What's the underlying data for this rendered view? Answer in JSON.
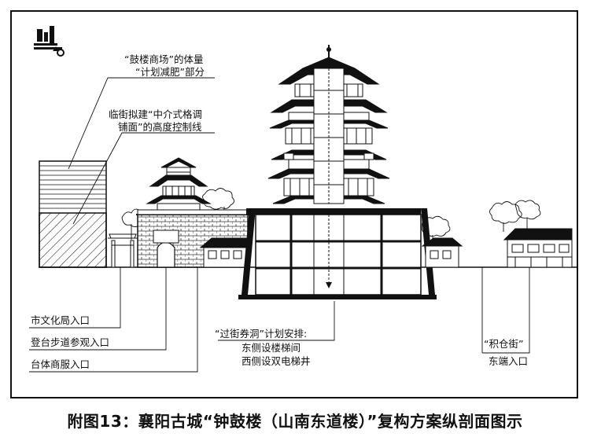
{
  "annotations": {
    "drum_tower_volume_line1": "“鼓楼商场”的体量",
    "drum_tower_volume_line2": "“计划减肥”部分",
    "street_height_line1": "临街拟建“中介式格调",
    "street_height_line2": "铺面”的高度控制线",
    "culture_bureau_entrance": "市文化局入口",
    "stair_path_entrance": "登台步道参观入口",
    "platform_shops_entrance": "台体商服入口",
    "arcade_plan_title": "“过街券洞”计划安排:",
    "arcade_plan_east": "东侧设楼梯间",
    "arcade_plan_west": "西侧设双电梯井",
    "jicang_street": "“积仓街”",
    "east_end_entrance": "东端入口"
  },
  "caption": "附图13：襄阳古城“钟鼓楼（山南东道楼）”复构方案纵剖面图示"
}
